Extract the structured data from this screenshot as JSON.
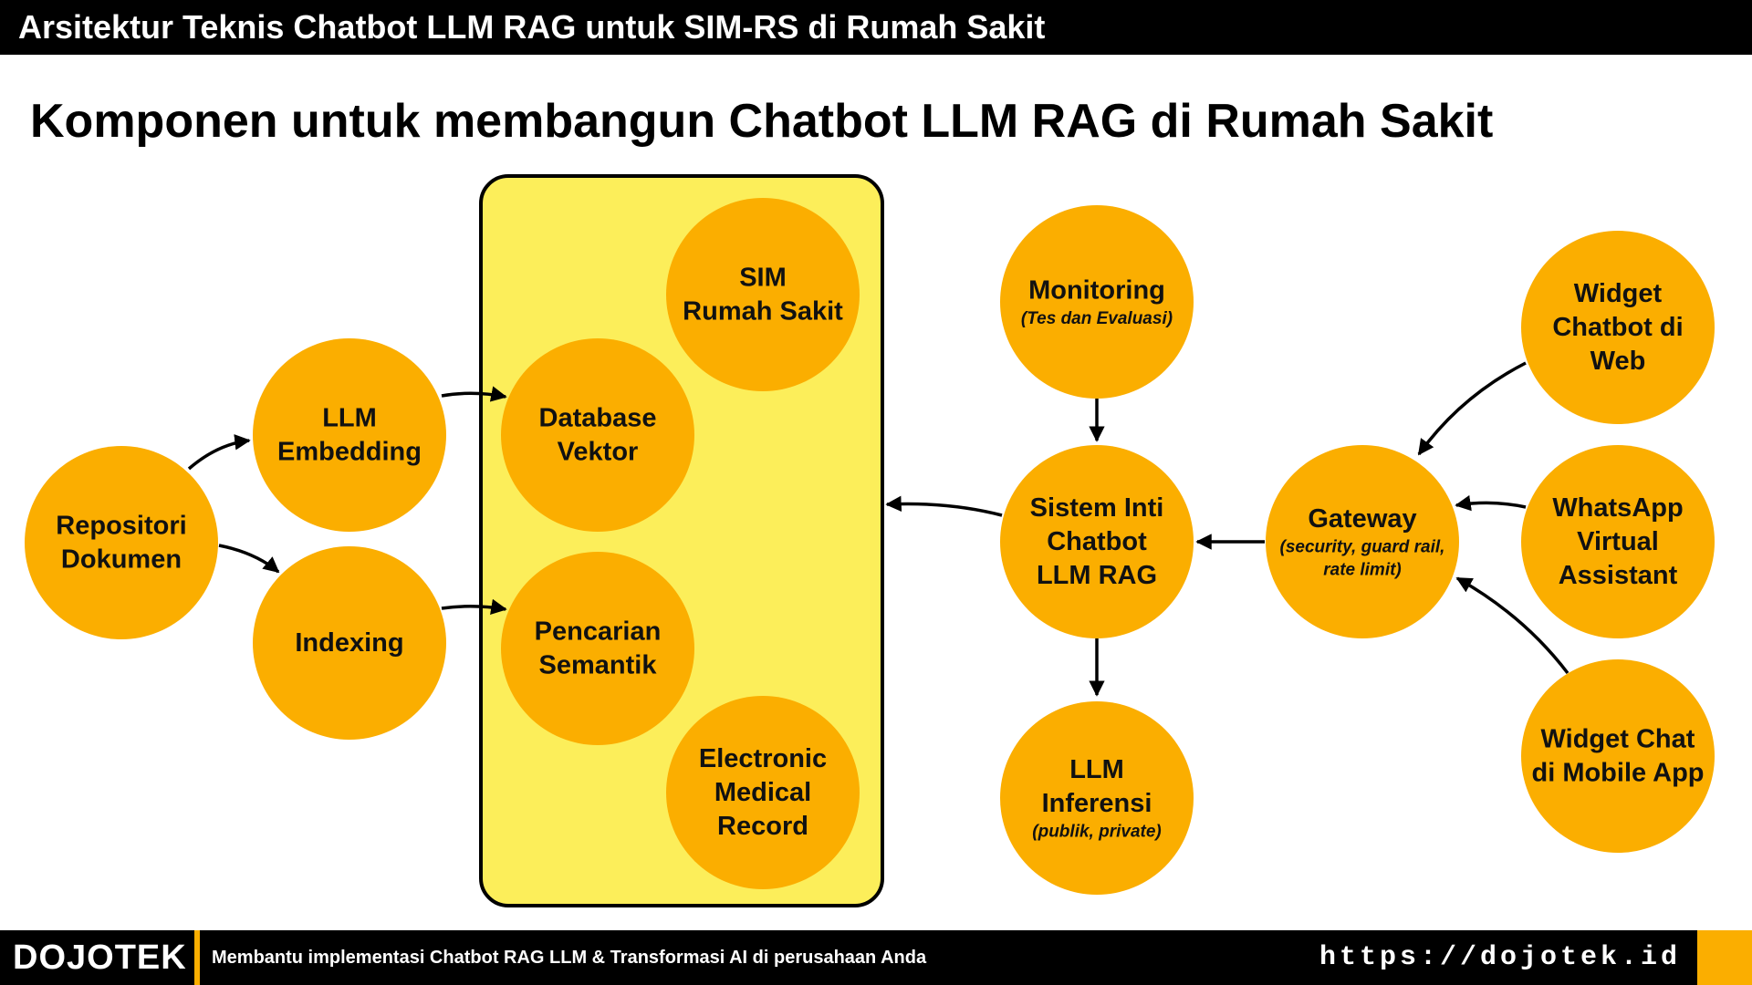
{
  "header": {
    "title": "Arsitektur Teknis Chatbot LLM RAG untuk SIM-RS di Rumah Sakit"
  },
  "heading": "Komponen untuk membangun Chatbot LLM RAG di Rumah Sakit",
  "colors": {
    "node_fill": "#FBAE00",
    "container_fill": "#FCEE5A",
    "bar_bg": "#000000",
    "accent": "#FBAE00"
  },
  "nodes": [
    {
      "id": "repositori",
      "lines": [
        "Repositori",
        "Dokumen"
      ],
      "sub": ""
    },
    {
      "id": "llm-embedding",
      "lines": [
        "LLM",
        "Embedding"
      ],
      "sub": ""
    },
    {
      "id": "indexing",
      "lines": [
        "Indexing"
      ],
      "sub": ""
    },
    {
      "id": "sim-rs",
      "lines": [
        "SIM",
        "Rumah Sakit"
      ],
      "sub": ""
    },
    {
      "id": "database-vektor",
      "lines": [
        "Database",
        "Vektor"
      ],
      "sub": ""
    },
    {
      "id": "pencarian-semantik",
      "lines": [
        "Pencarian",
        "Semantik"
      ],
      "sub": ""
    },
    {
      "id": "emr",
      "lines": [
        "Electronic",
        "Medical",
        "Record"
      ],
      "sub": ""
    },
    {
      "id": "monitoring",
      "lines": [
        "Monitoring"
      ],
      "sub": "(Tes dan Evaluasi)"
    },
    {
      "id": "sistem-inti",
      "lines": [
        "Sistem Inti",
        "Chatbot",
        "LLM RAG"
      ],
      "sub": ""
    },
    {
      "id": "llm-inferensi",
      "lines": [
        "LLM",
        "Inferensi"
      ],
      "sub": "(publik, private)"
    },
    {
      "id": "gateway",
      "lines": [
        "Gateway"
      ],
      "sub": "(security, guard rail,|rate limit)"
    },
    {
      "id": "widget-web",
      "lines": [
        "Widget",
        "Chatbot di",
        "Web"
      ],
      "sub": ""
    },
    {
      "id": "whatsapp",
      "lines": [
        "WhatsApp",
        "Virtual",
        "Assistant"
      ],
      "sub": ""
    },
    {
      "id": "widget-mobile",
      "lines": [
        "Widget Chat",
        "di Mobile App"
      ],
      "sub": ""
    }
  ],
  "footer": {
    "brand": "DOJOTEK",
    "tagline": "Membantu implementasi Chatbot RAG LLM & Transformasi AI di perusahaan Anda",
    "url": "https://dojotek.id"
  }
}
